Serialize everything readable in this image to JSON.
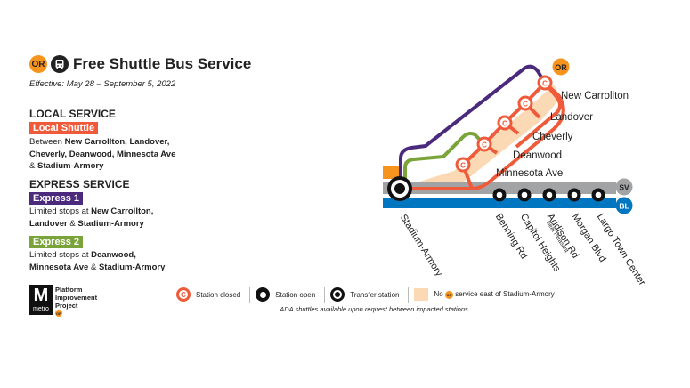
{
  "header": {
    "badge": "OR",
    "title": "Free Shuttle Bus Service",
    "effective": "Effective: May 28 – September 5, 2022"
  },
  "local": {
    "heading": "LOCAL SERVICE",
    "tag": "Local Shuttle",
    "desc_pre": "Between ",
    "desc_bold1": "New Carrollton, Landover,",
    "desc_bold2": "Cheverly, Deanwood, Minnesota Ave",
    "desc_amp": "& ",
    "desc_bold3": "Stadium-Armory"
  },
  "express": {
    "heading": "EXPRESS SERVICE",
    "e1_tag": "Express 1",
    "e1_pre": "Limited stops at ",
    "e1_bold1": "New Carrollton,",
    "e1_bold2": "Landover",
    "e1_amp": " & ",
    "e1_bold3": "Stadium-Armory",
    "e2_tag": "Express 2",
    "e2_pre": "Limited stops at ",
    "e2_bold1": "Deanwood,",
    "e2_bold2": "Minnesota Ave",
    "e2_amp": " & ",
    "e2_bold3": "Stadium-Armory"
  },
  "logo": {
    "mark": "M",
    "word": "metro",
    "line1": "Platform",
    "line2": "Improvement",
    "line3": "Project",
    "badge": "OR"
  },
  "legend": {
    "closed_glyph": "C",
    "closed": "Station closed",
    "open": "Station open",
    "transfer": "Transfer station",
    "no_pre": "No",
    "no_badge": "OR",
    "no_post": "service east of Stadium-Armory",
    "ada": "ADA shuttles available upon request between impacted stations"
  },
  "map": {
    "or_badge": "OR",
    "sv_badge": "SV",
    "bl_badge": "BL",
    "closed_glyph": "C",
    "stations_closed": [
      "New Carrollton",
      "Landover",
      "Cheverly",
      "Deanwood",
      "Minnesota Ave"
    ],
    "transfer": "Stadium-Armory",
    "stations_open": [
      "Benning Rd",
      "Capitol Heights",
      "Addison Rd",
      "Morgan Blvd",
      "Largo Town Center"
    ],
    "addison_sub": "Seat Pleasant"
  },
  "colors": {
    "orange_line": "#f7941d",
    "shuttle": "#ef5b3a",
    "express1": "#4b2a7d",
    "express2": "#7aa33a",
    "silver": "#a1a3a5",
    "blue": "#0076c0",
    "no_service_fill": "#fbd9b5"
  }
}
